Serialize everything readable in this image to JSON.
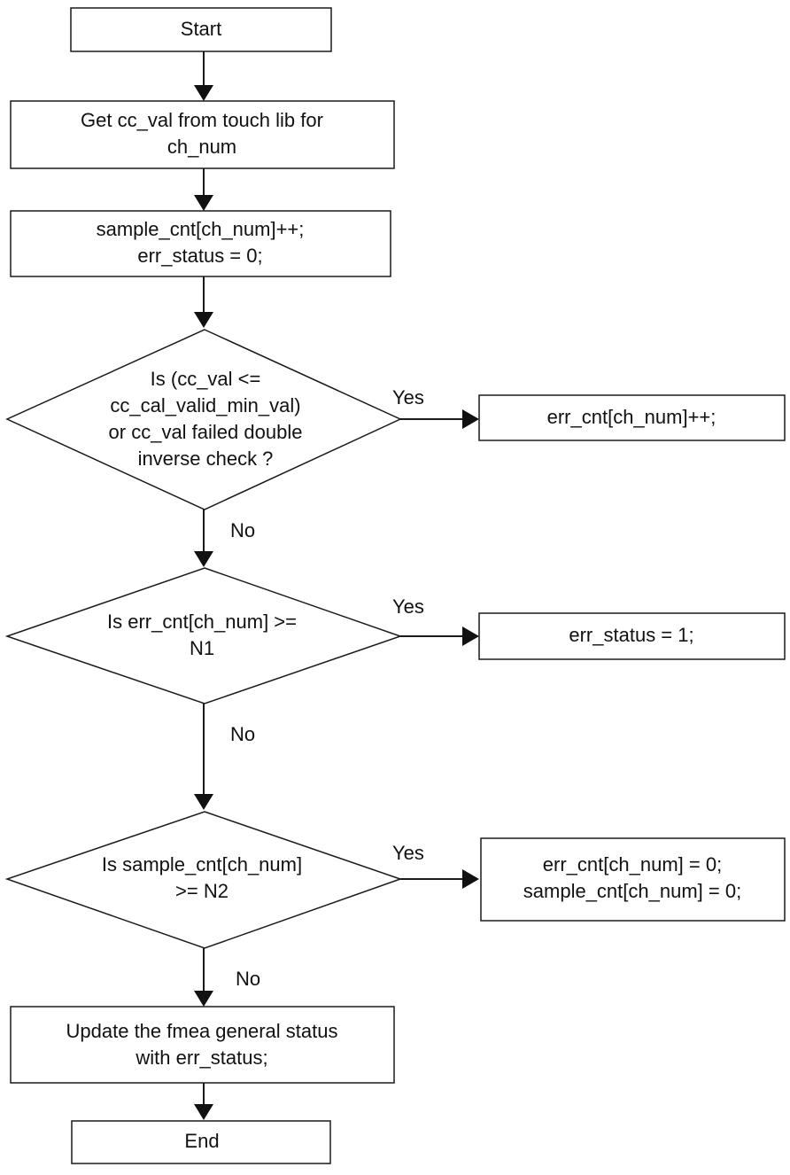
{
  "nodes": {
    "start": {
      "lines": [
        "Start"
      ]
    },
    "get_cc_val": {
      "lines": [
        "Get cc_val from touch lib for",
        "ch_num"
      ]
    },
    "init": {
      "lines": [
        "sample_cnt[ch_num]++;",
        "err_status = 0;"
      ]
    },
    "check_valid": {
      "lines": [
        "Is (cc_val <=",
        "cc_cal_valid_min_val)",
        "or cc_val failed double",
        "inverse check ?"
      ]
    },
    "err_cnt_inc": {
      "lines": [
        "err_cnt[ch_num]++;"
      ]
    },
    "check_n1": {
      "lines": [
        "Is err_cnt[ch_num] >=",
        "N1"
      ]
    },
    "set_err_status": {
      "lines": [
        "err_status = 1;"
      ]
    },
    "check_n2": {
      "lines": [
        "Is sample_cnt[ch_num]",
        ">= N2"
      ]
    },
    "reset_counters": {
      "lines": [
        "err_cnt[ch_num] = 0;",
        "sample_cnt[ch_num] = 0;"
      ]
    },
    "update_status": {
      "lines": [
        "Update the fmea general status",
        "with err_status;"
      ]
    },
    "end": {
      "lines": [
        "End"
      ]
    }
  },
  "edge_labels": {
    "check_valid_yes": "Yes",
    "check_valid_no": "No",
    "check_n1_yes": "Yes",
    "check_n1_no": "No",
    "check_n2_yes": "Yes",
    "check_n2_no": "No"
  }
}
